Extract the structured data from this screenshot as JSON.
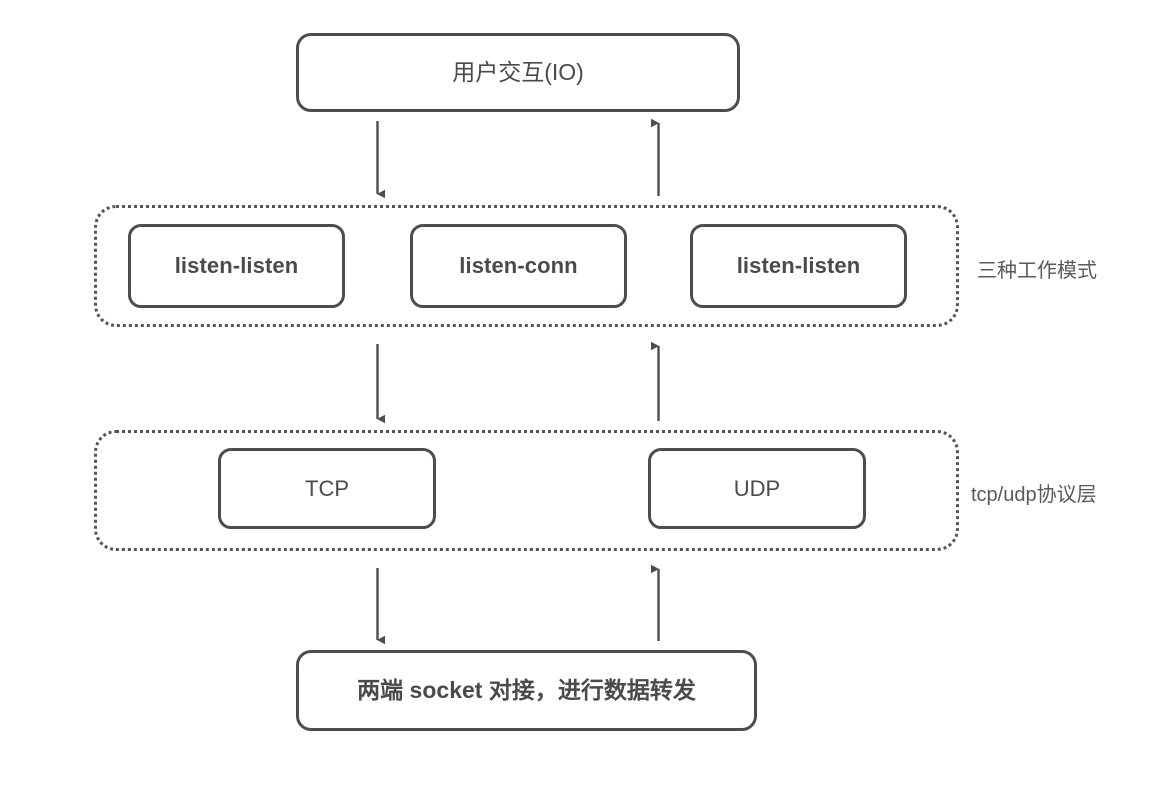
{
  "diagram": {
    "title_box": {
      "label": "用户交互(IO)"
    },
    "modes_group": {
      "side_label": "三种工作模式",
      "boxes": [
        {
          "label": "listen-listen"
        },
        {
          "label": "listen-conn"
        },
        {
          "label": "listen-listen"
        }
      ]
    },
    "protocol_group": {
      "side_label": "tcp/udp协议层",
      "boxes": [
        {
          "label": "TCP"
        },
        {
          "label": "UDP"
        }
      ]
    },
    "bottom_box": {
      "label": "两端 socket 对接，进行数据转发"
    },
    "colors": {
      "node_border": "#4d4d4d",
      "group_border": "#555555",
      "text": "#4a4a4a",
      "side_label_text": "#5a5a5a",
      "arrow": "#4d4d4d",
      "background": "#ffffff"
    },
    "arrows": [
      {
        "name": "io-to-modes",
        "direction": "down",
        "from": "用户交互(IO)",
        "to": "三种工作模式"
      },
      {
        "name": "modes-to-io",
        "direction": "up",
        "from": "三种工作模式",
        "to": "用户交互(IO)"
      },
      {
        "name": "modes-to-protocol",
        "direction": "down",
        "from": "三种工作模式",
        "to": "tcp/udp协议层"
      },
      {
        "name": "protocol-to-modes",
        "direction": "up",
        "from": "tcp/udp协议层",
        "to": "三种工作模式"
      },
      {
        "name": "protocol-to-socket",
        "direction": "down",
        "from": "tcp/udp协议层",
        "to": "两端 socket 对接，进行数据转发"
      },
      {
        "name": "socket-to-protocol",
        "direction": "up",
        "from": "两端 socket 对接，进行数据转发",
        "to": "tcp/udp协议层"
      }
    ]
  }
}
